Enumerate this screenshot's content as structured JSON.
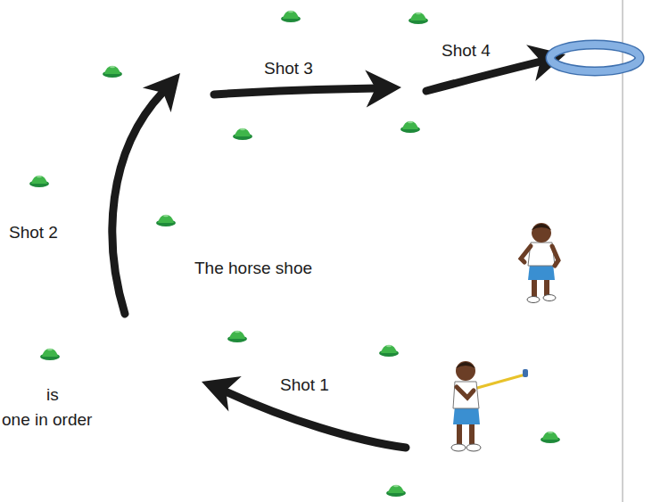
{
  "diagram": {
    "labels": [
      "Shot 1",
      "Shot 2",
      "Shot 3",
      "Shot 4",
      "The horse shoe",
      "is",
      "one in order"
    ]
  }
}
